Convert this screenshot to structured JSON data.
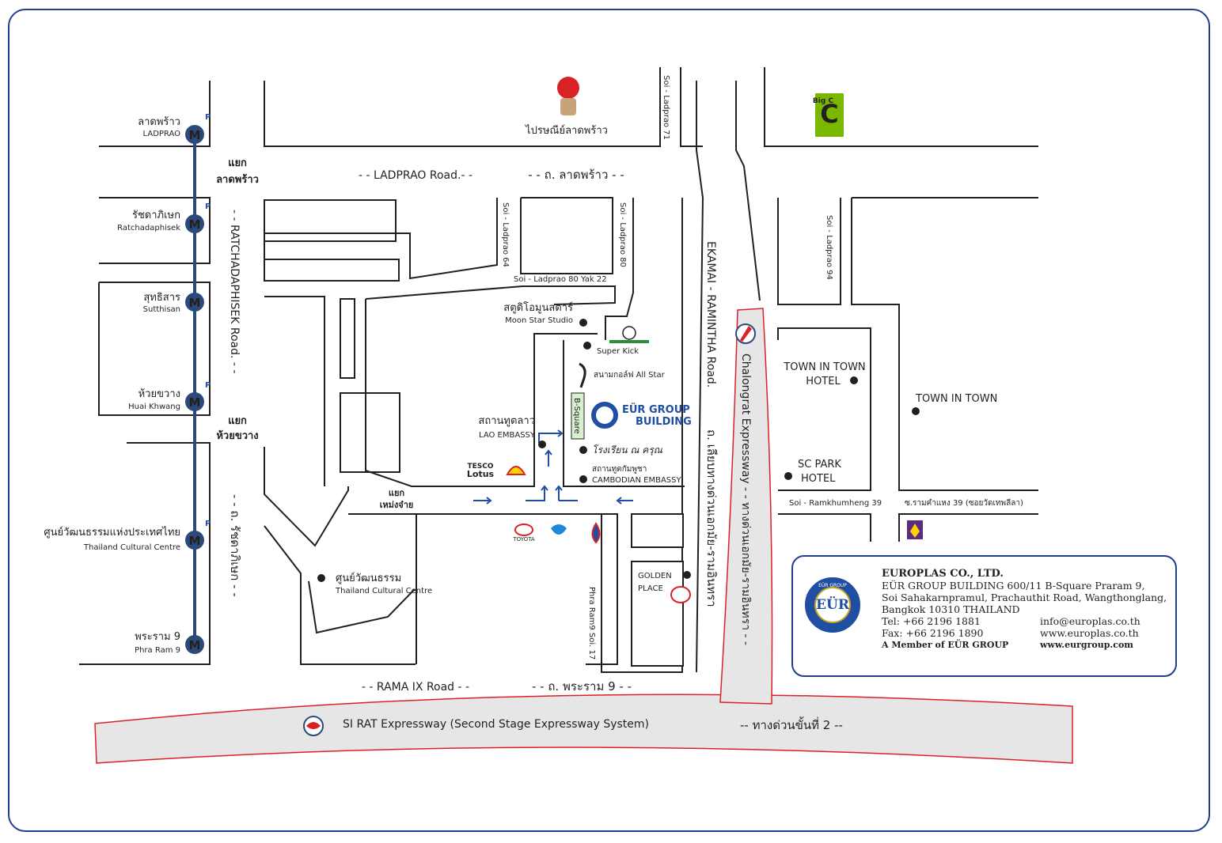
{
  "colors": {
    "road": "#231f20",
    "metro_line": "#2b4a7a",
    "accent_blue": "#1f4ea3",
    "expressway_fill": "#e6e6e6",
    "expressway_edge": "#d92128",
    "frame": "#1f3f8f"
  },
  "roads": {
    "ladprao_en": "- - LADPRAO Road.- -",
    "ladprao_th": "- - ถ. ลาดพร้าว - -",
    "rama9_en": "- - RAMA IX  Road - -",
    "rama9_th": "- - ถ. พระราม 9 - -",
    "ratchada_en": "- - RATCHADAPHISEK Road. - -",
    "ratchada_th": "- - ถ. รัชดาภิเษก - -",
    "ekamai_en": "EKAMAI - RAMINTHA Road.",
    "ekamai_th": "ถ. เลียบทางด่วนเอกมัย-รามอินทรา",
    "chalongrat": "Chalongrat Expressway  - - ทางด่วนเอกมัย-รามอินทรา - -",
    "sirat_en": "SI RAT Expressway (Second Stage Expressway System)",
    "sirat_th": "-- ทางด่วนขั้นที่ 2 --",
    "soi_71": "Soi - Ladprao 71",
    "soi_64": "Soi - Ladprao 64",
    "soi_80": "Soi - Ladprao 80",
    "soi_94": "Soi - Ladprao 94",
    "soi_80_yak22": "Soi - Ladprao 80  Yak 22",
    "soi_rama9_17": "Phra Ram9 Soi. 17",
    "soi_ramkhamhaeng_en": "Soi - Ramkhumheng 39",
    "soi_ramkhamhaeng_th": "ซ.รามคำแหง 39 (ซอยวัดเทพลีลา)"
  },
  "intersections": {
    "ladprao_l1": "แยก",
    "ladprao_l2": "ลาดพร้าว",
    "huaikhwang_l1": "แยก",
    "huaikhwang_l2": "ห้วยขวาง",
    "mengjai_l1": "แยก",
    "mengjai_l2": "เหม่งจ๋าย"
  },
  "stations": [
    {
      "th": "ลาดพร้าว",
      "en": "LADPRAO",
      "parking": "P"
    },
    {
      "th": "รัชดาภิเษก",
      "en": "Ratchadaphisek",
      "parking": "P"
    },
    {
      "th": "สุทธิสาร",
      "en": "Sutthisan",
      "parking": ""
    },
    {
      "th": "ห้วยขวาง",
      "en": "Huai Khwang",
      "parking": "P"
    },
    {
      "th": "ศูนย์วัฒนธรรมแห่งประเทศไทย",
      "en": "Thailand Cultural Centre",
      "parking": "P"
    },
    {
      "th": "พระราม 9",
      "en": "Phra Ram 9",
      "parking": ""
    }
  ],
  "metro_glyph": "M",
  "landmarks": {
    "post_office": "ไปรษณีย์ลาดพร้าว",
    "bigc": "Big C",
    "moonstar_th": "สตูดิโอมูนสตาร์",
    "moonstar_en": "Moon Star Studio",
    "superkick": "Super Kick",
    "golf": "สนามกอล์ฟ All Star",
    "bsquare": "B-Square",
    "eur_l1": "EÜR GROUP",
    "eur_l2": "BUILDING",
    "lao_th": "สถานทูตลาว",
    "lao_en": "LAO EMBASSY",
    "school": "โรงเรียน ณ ครุณ",
    "cambodia_th": "สถานทูตกัมพูชา",
    "cambodia_en": "CAMBODIAN EMBASSY",
    "tesco_l1": "TESCO",
    "tesco_l2": "Lotus",
    "toyota": "TOYOTA",
    "cultural_th": "ศูนย์วัฒนธรรม",
    "cultural_en": "Thailand Cultural Centre",
    "golden_l1": "GOLDEN",
    "golden_l2": "PLACE",
    "towntown_hotel_l1": "TOWN IN TOWN",
    "towntown_hotel_l2": "HOTEL",
    "towntown": "TOWN IN TOWN",
    "scpark_l1": "SC PARK",
    "scpark_l2": "HOTEL"
  },
  "company": {
    "name": "EUROPLAS CO., LTD.",
    "address_l1": "EÜR GROUP BUILDING  600/11 B-Square Praram 9,",
    "address_l2": "Soi Sahakarnpramul, Prachauthit Road, Wangthonglang,",
    "address_l3": "Bangkok 10310 THAILAND",
    "tel": "Tel:    +66 2196 1881",
    "fax": "Fax:   +66 2196 1890",
    "email": "info@europlas.co.th",
    "web1": "www.europlas.co.th",
    "member": "A Member of EÜR GROUP",
    "web2": "www.eurgroup.com",
    "logo_text": "EÜR",
    "logo_ring": "EÜR GROUP"
  }
}
